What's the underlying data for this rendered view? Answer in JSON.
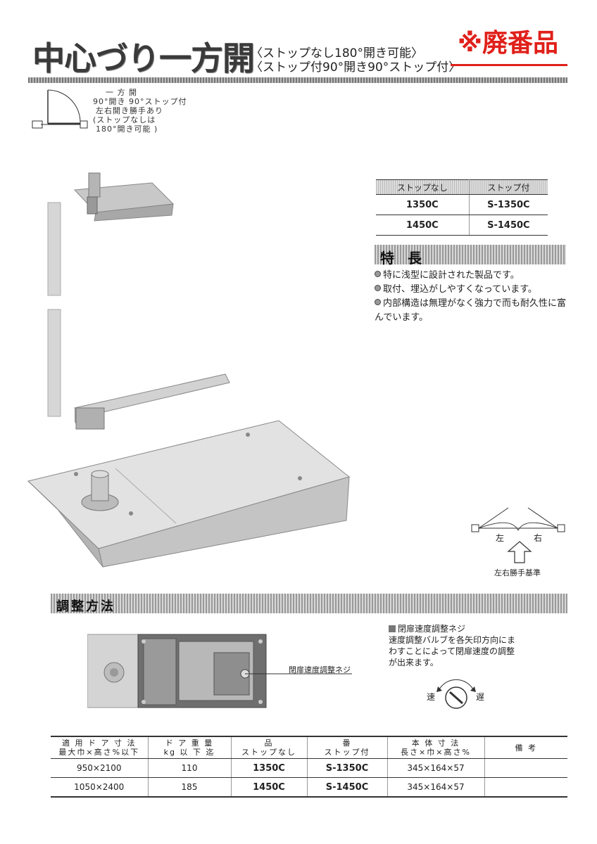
{
  "header": {
    "title": "中心づり一方開",
    "subtitle_1": "〈ストップなし180°開き可能〉",
    "subtitle_2": "〈ストップ付90°開き90°ストップ付〉",
    "obsolete_label": "※廃番品"
  },
  "diagram_notes": {
    "line1": "一 方 開",
    "line2": "90°開き 90°ストップ付",
    "line3": "左右開き勝手あり",
    "line4": "(ストップなしは",
    "line5": "180°開き可能 )"
  },
  "model_table": {
    "headers": [
      "ストップなし",
      "ストップ付"
    ],
    "rows": [
      [
        "1350C",
        "S-1350C"
      ],
      [
        "1450C",
        "S-1450C"
      ]
    ]
  },
  "features": {
    "heading": "特 長",
    "items": [
      "特に浅型に設計された製品です。",
      "取付、埋込がしやすくなっています。",
      "内部構造は無理がなく強力で而も耐久性に富",
      "んでいます。"
    ]
  },
  "handing_diagram": {
    "left": "左",
    "right": "右",
    "caption": "左右勝手基準"
  },
  "adjustment": {
    "heading": "調整方法",
    "callout": "閉扉速度調整ネジ",
    "desc_title": "閉扉速度調整ネジ",
    "desc_1": "速度調整バルブを各矢印方向にま",
    "desc_2": "わすことによって閉扉速度の調整",
    "desc_3": "が出来ます。",
    "fast": "速",
    "slow": "遅"
  },
  "spec_table": {
    "h1a": "適 用 ド ア 寸 法",
    "h1b": "最大巾×高さ%以下",
    "h2a": "ド ア 重 量",
    "h2b": "kg 以 下 迄",
    "h3a": "品",
    "h3b": "ストップなし",
    "h4a": "番",
    "h4b": "ストップ付",
    "h5a": "本 体 寸 法",
    "h5b": "長さ×巾×高さ%",
    "h6": "備 考",
    "rows": [
      [
        "950×2100",
        "110",
        "1350C",
        "S-1350C",
        "345×164×57",
        ""
      ],
      [
        "1050×2400",
        "185",
        "1450C",
        "S-1450C",
        "345×164×57",
        ""
      ]
    ]
  }
}
